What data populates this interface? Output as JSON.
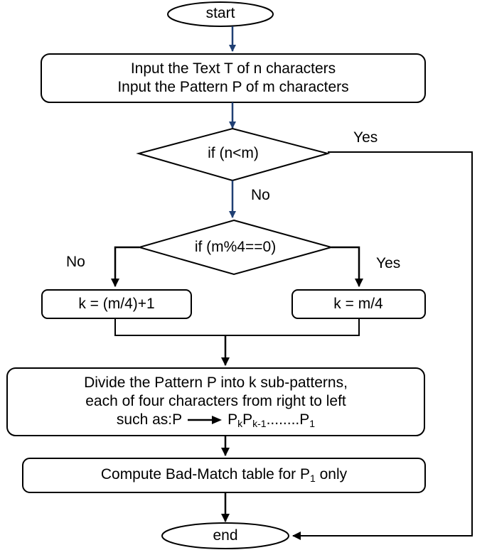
{
  "flowchart": {
    "start": "start",
    "input": {
      "line1": "Input the Text T of n characters",
      "line2": "Input the Pattern P of m characters"
    },
    "decision1": {
      "label": "if (n<m)",
      "yes": "Yes",
      "no": "No"
    },
    "decision2": {
      "label": "if (m%4==0)",
      "yes": "Yes",
      "no": "No"
    },
    "k_no": "k = (m/4)+1",
    "k_yes": "k = m/4",
    "divide": {
      "line1": "Divide the Pattern P into k sub-patterns,",
      "line2": "each of four characters from right to left",
      "line3_prefix": "such as:P",
      "pk": "P",
      "pk_sub": "k",
      "pk1": "P",
      "pk1_sub": "k-1",
      "dots": "........",
      "p1": "P",
      "p1_sub": "1"
    },
    "compute": {
      "prefix": "Compute Bad-Match table for P",
      "sub": "1",
      "suffix": " only"
    },
    "end": "end",
    "colors": {
      "primary_arrow": "#1f3f73",
      "line": "#000000"
    }
  }
}
